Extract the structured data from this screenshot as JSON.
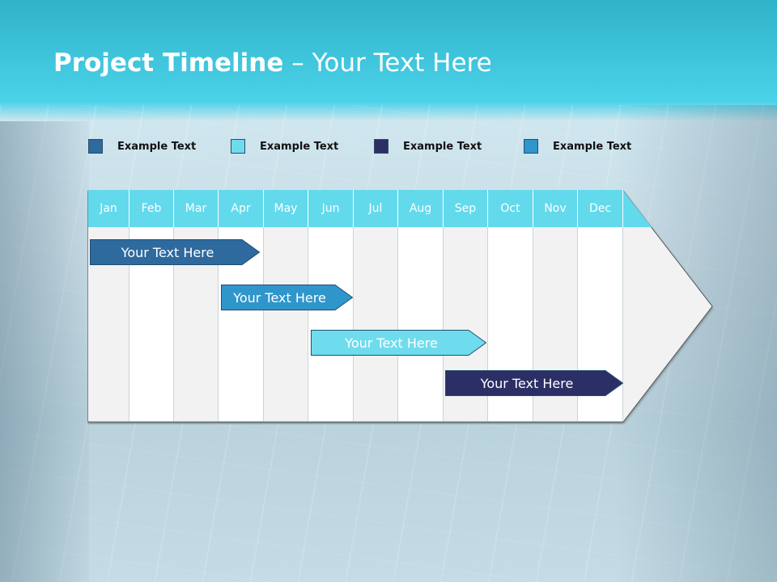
{
  "slide": {
    "title_bold": "Project Timeline",
    "title_rest": " – Your Text Here"
  },
  "legend": [
    {
      "label": "Example Text",
      "color": "#2f6a9e"
    },
    {
      "label": "Example Text",
      "color": "#6fdcee"
    },
    {
      "label": "Example Text",
      "color": "#2c2f66"
    },
    {
      "label": "Example Text",
      "color": "#2f96cc"
    }
  ],
  "months": [
    "Jan",
    "Feb",
    "Mar",
    "Apr",
    "May",
    "Jun",
    "Jul",
    "Aug",
    "Sep",
    "Oct",
    "Nov",
    "Dec"
  ],
  "tasks": [
    {
      "label": "Your  Text Here",
      "color": "#2f6a9e"
    },
    {
      "label": "Your  Text Here",
      "color": "#2f96cc"
    },
    {
      "label": "Your  Text Here",
      "color": "#6fdcee"
    },
    {
      "label": "Your  Text Here",
      "color": "#2c2f66"
    }
  ],
  "colors": {
    "header_band": "#43c9e0",
    "month_header": "#63d9ec",
    "column_light": "#f2f2f2",
    "column_white": "#ffffff"
  }
}
